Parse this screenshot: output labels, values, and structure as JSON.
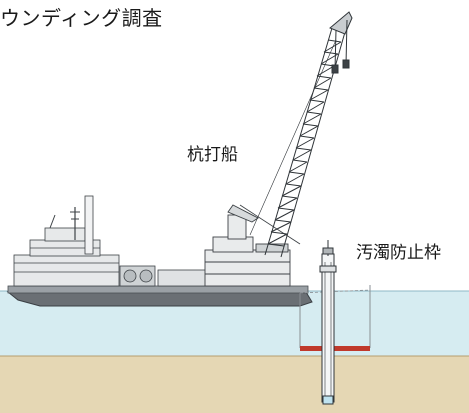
{
  "title": "ウンディング調査",
  "labels": {
    "pile_driving_barge": "杭打船",
    "silt_fence": "汚濁防止枠"
  },
  "colors": {
    "water": "#d6ecf1",
    "seabed": "#e5d7b4",
    "hull": "#6a6f74",
    "silt_fence_frame": "#c0392b",
    "structure_gray": "#8a8f94"
  }
}
